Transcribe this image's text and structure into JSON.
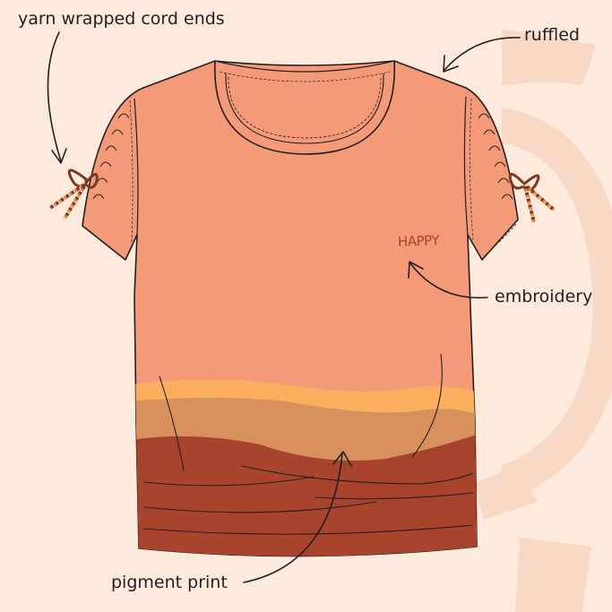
{
  "labels": {
    "yarn": "yarn wrapped cord ends",
    "ruffled": "ruffled",
    "embroidery": "embroidery",
    "pigment": "pigment print",
    "embroidery_text": "HAPPY"
  },
  "colors": {
    "background": "#fdeadc",
    "background_shape": "#f8d9c6",
    "shirt": "#f49a78",
    "band_orange": "#fbae5e",
    "band_tan": "#d8915c",
    "band_rust": "#a8432e",
    "line": "#231f20",
    "cord_brown": "#7a3a22",
    "cord_orange": "#e8873f"
  }
}
